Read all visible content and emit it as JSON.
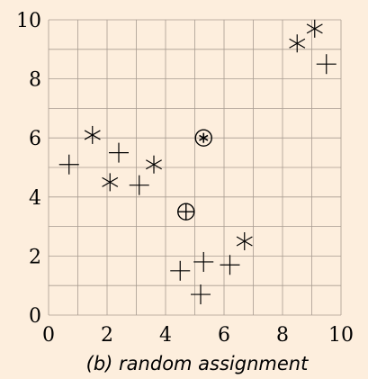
{
  "chart_data": {
    "type": "scatter",
    "caption": "(b) random assignment",
    "xlim": [
      0,
      10
    ],
    "ylim": [
      0,
      10
    ],
    "x_ticks": [
      0,
      2,
      4,
      6,
      8,
      10
    ],
    "y_ticks": [
      0,
      2,
      4,
      6,
      8,
      10
    ],
    "x_tick_labels": [
      "0",
      "2",
      "4",
      "6",
      "8",
      "10"
    ],
    "y_tick_labels": [
      "0",
      "2",
      "4",
      "6",
      "8",
      "10"
    ],
    "grid": true,
    "grid_step": 1,
    "series": [
      {
        "marker": "plus",
        "points": [
          [
            0.7,
            5.1
          ],
          [
            2.4,
            5.5
          ],
          [
            3.1,
            4.4
          ],
          [
            4.5,
            1.5
          ],
          [
            5.3,
            1.8
          ],
          [
            6.2,
            1.7
          ],
          [
            5.2,
            0.7
          ],
          [
            9.5,
            8.5
          ]
        ]
      },
      {
        "marker": "asterisk",
        "points": [
          [
            1.5,
            6.1
          ],
          [
            2.1,
            4.5
          ],
          [
            3.6,
            5.1
          ],
          [
            6.7,
            2.5
          ],
          [
            8.5,
            9.2
          ],
          [
            9.1,
            9.7
          ]
        ]
      }
    ],
    "centroids": [
      {
        "marker": "circled-plus",
        "point": [
          4.7,
          3.5
        ]
      },
      {
        "marker": "circled-asterisk",
        "point": [
          5.3,
          6.0
        ]
      }
    ],
    "colors": {
      "background": "#fdeedd",
      "grid": "#a89b91",
      "marker": "#000000"
    }
  }
}
